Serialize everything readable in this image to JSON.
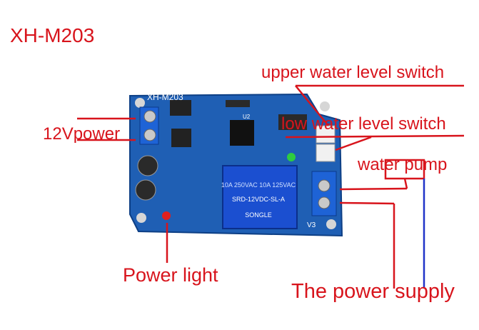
{
  "labels": {
    "title": "XH-M203",
    "upper_switch": "upper water level switch",
    "low_switch": "low water level switch",
    "water_pump": "water pump",
    "power_12v": "12Vpower",
    "power_light": "Power light",
    "power_supply": "The power supply"
  },
  "board": {
    "silkscreen_model": "XH-M203",
    "relay_text_1": "SRD-12VDC-SL-A",
    "relay_text_2": "SONGLE",
    "relay_rating": "10A 250VAC  10A 125VAC",
    "output_label": "V3",
    "chip_label": "U2"
  },
  "colors": {
    "annotation": "#d8141c",
    "pcb": "#1f5fb4",
    "relay": "#1b4fd0",
    "supply_line": "#2033c8"
  }
}
